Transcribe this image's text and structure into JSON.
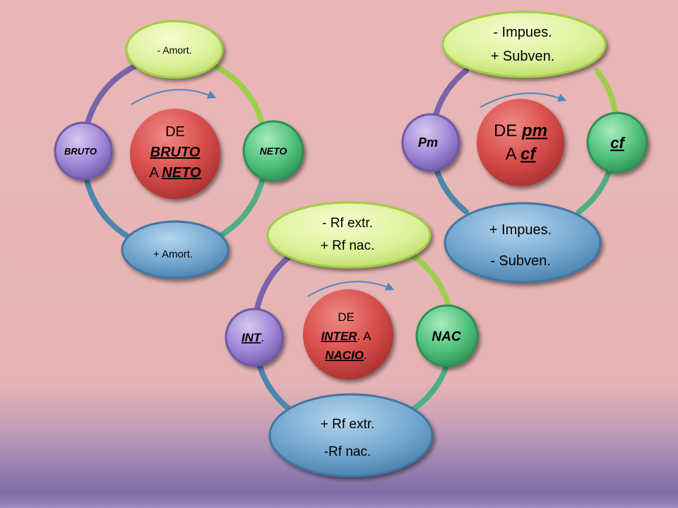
{
  "colors": {
    "background_top": "#e8b7b6",
    "background_bottom": "#7f6aa6",
    "arc_purple": "#7a63a8",
    "arc_green": "#9ccf4b",
    "arc_teal": "#4fae86",
    "arc_blue": "#4b86ad",
    "node_red": "#d9534f",
    "node_purple": "#9a7fd0",
    "node_green": "#52c07a",
    "node_yellow": "#dff29a",
    "node_blue": "#6ea2cc",
    "arrow": "#4d86b8"
  },
  "cycle1": {
    "center": {
      "line1": "DE",
      "line2": "BRUTO",
      "line3_prefix": "A ",
      "line3_term": "NETO"
    },
    "top": {
      "label": "- Amort."
    },
    "left": {
      "label": "BRUTO"
    },
    "right": {
      "label": "NETO"
    },
    "bottom": {
      "label": "+ Amort."
    }
  },
  "cycle2": {
    "center": {
      "line1_prefix": "DE ",
      "line1_term": "pm",
      "line2_prefix": "A ",
      "line2_term": "cf"
    },
    "top": {
      "line1": "- Impues.",
      "line2": "+ Subven."
    },
    "left": {
      "label": "Pm"
    },
    "right": {
      "label": "cf"
    },
    "bottom": {
      "line1": "+ Impues.",
      "line2": "- Subven."
    }
  },
  "cycle3": {
    "center": {
      "line1": "DE",
      "line2_term": "INTER",
      "line2_suffix": ". A",
      "line3_term": "NACIO",
      "line3_suffix": "."
    },
    "top": {
      "line1": "- Rf extr.",
      "line2": "+ Rf nac."
    },
    "left": {
      "label_term": "INT",
      "label_suffix": "."
    },
    "right": {
      "label": "NAC"
    },
    "bottom": {
      "line1": "+ Rf extr.",
      "line2": "-Rf nac."
    }
  }
}
